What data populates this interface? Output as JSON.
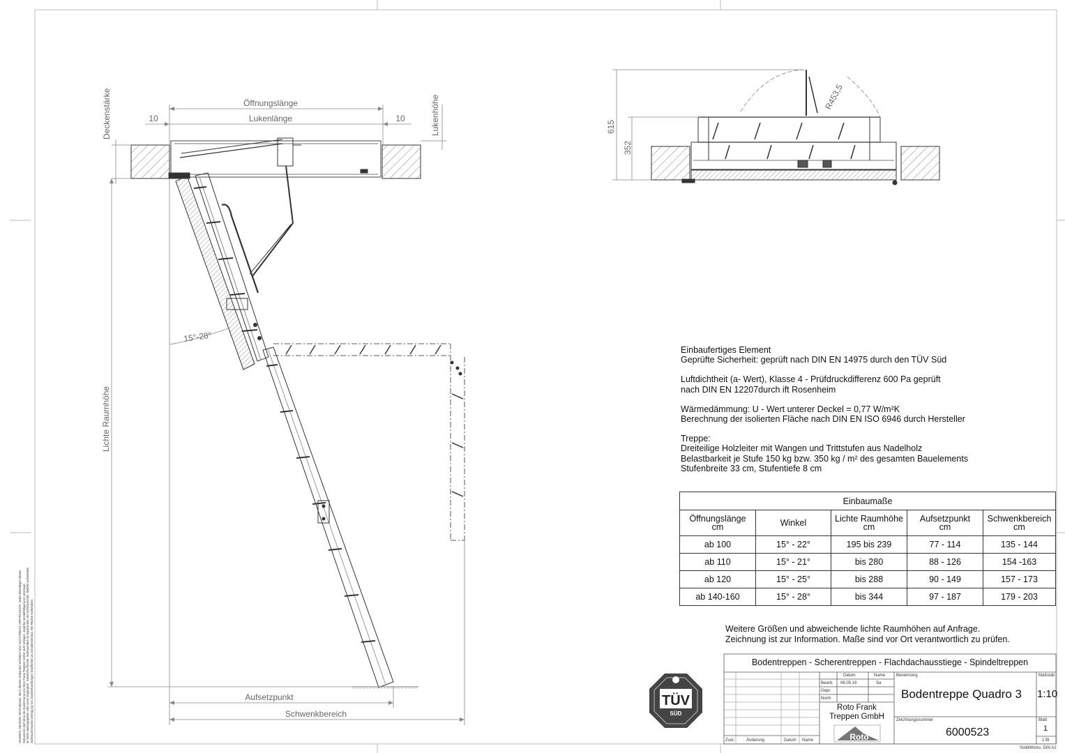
{
  "drawing": {
    "labels": {
      "opening_length": "Öffnungslänge",
      "hatch_length": "Lukenlänge",
      "gap_left": "10",
      "gap_right": "10",
      "ceiling_thickness": "Deckenstärke",
      "hatch_height": "Lukenhöhe",
      "clear_room_height": "Lichte Raumhöhe",
      "angle": "15°-28°",
      "landing_point": "Aufsetzpunkt",
      "swing_range": "Schwenkbereich",
      "dim_615": "615",
      "dim_352": "352",
      "radius": "R453,5"
    }
  },
  "specs": {
    "paragraphs": [
      [
        "Einbaufertiges Element",
        "Geprüfte Sicherheit: geprüft nach DIN EN 14975 durch den TÜV Süd"
      ],
      [
        "Luftdichtheit (a- Wert), Klasse 4 - Prüfdruckdifferenz 600 Pa geprüft",
        "nach DIN EN 12207durch ift Rosenheim"
      ],
      [
        "Wärmedämmung: U - Wert  unterer Deckel = 0,77 W/m²K",
        "Berechnung der isolierten Fläche nach DIN EN ISO 6946 durch Hersteller"
      ],
      [
        "Treppe:",
        "Dreiteilige Holzleiter mit Wangen und Trittstufen aus Nadelholz",
        "Belastbarkeit je Stufe 150 kg bzw. 350 kg / m² des gesamten Bauelements",
        "Stufenbreite 33 cm, Stufentiefe 8 cm"
      ]
    ]
  },
  "table": {
    "caption": "Einbaumaße",
    "headers": [
      [
        "Öffnungslänge",
        "cm"
      ],
      [
        "Winkel"
      ],
      [
        "Lichte Raumhöhe",
        "cm"
      ],
      [
        "Aufsetzpunkt",
        "cm"
      ],
      [
        "Schwenkbereich",
        "cm"
      ]
    ],
    "rows": [
      [
        "ab 100",
        "15° - 22°",
        "195 bis 239",
        "77 - 114",
        "135 - 144"
      ],
      [
        "ab 110",
        "15° - 21°",
        "bis 280",
        "88 - 126",
        "154 -163"
      ],
      [
        "ab 120",
        "15° - 25°",
        "bis 288",
        "90 - 149",
        "157 - 173"
      ],
      [
        "ab 140-160",
        "15° - 28°",
        "bis 344",
        "97 - 187",
        "179 - 203"
      ]
    ]
  },
  "notes": [
    "Weitere Größen und abweichende lichte Raumhöhen auf Anfrage.",
    "Zeichnung ist zur Information. Maße sind vor Ort verantwortlich zu prüfen."
  ],
  "title_block": {
    "products": "Bodentreppen - Scherentreppen - Flachdachausstiege - Spindeltreppen",
    "col_datum": "Datum",
    "col_name": "Name",
    "row_bearb": "Bearb.",
    "bearb_date": "06.05.19",
    "bearb_name": "Sa",
    "row_gepr": "Gepr.",
    "row_norm": "Norm",
    "company_line1": "Roto Frank",
    "company_line2": "Treppen GmbH",
    "brand": "Roto",
    "designation_label": "Benennung",
    "designation": "Bodentreppe Quadro 3",
    "scale_label": "Maßstab",
    "scale": "1:10",
    "drawing_no_label": "Zeichnungsnummer",
    "drawing_no": "6000523",
    "sheet_label": "Blatt",
    "sheet": "1",
    "sheet_total": "1 Bl.",
    "zust": "Zust.",
    "aenderung": "Änderung",
    "datum": "Datum",
    "name": "Name",
    "format": "SolidWorks; DIN A2"
  },
  "tuv": {
    "main": "TÜV",
    "sub": "SÜD"
  },
  "side_notice": [
    "HINWEIS: Sämtliche Informationen, die in diesem Dokument enthalten sind, sind STRENG VERTRAULICH. Jedes Bereitlegen dieses",
    "Dokuments darf ohne die Zustimmung von Roto Frank Treppen GmbH nicht erfolgen. Jegliche Vervielfältigung ist untersagt.",
    "an Dritte weitergegeben oder sonst zugänglich. Sämtliche Rechte, insbesondere an Bauprodukt und Schutzrechten, bleiben vorbehalten",
    "Gebrauchsmuster eintragung vor. Zuwiderhandlungen verpflichten zu Schadensersatz. Alle Rechte vorbehalten."
  ]
}
